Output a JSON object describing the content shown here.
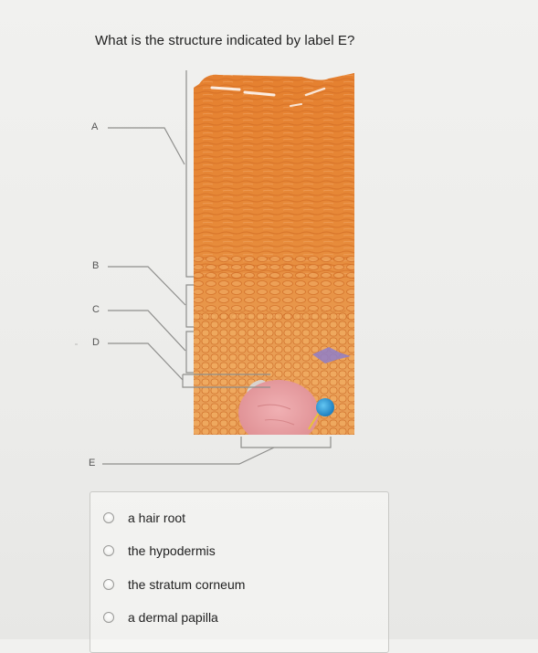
{
  "question": {
    "text": "What is the structure indicated by label E?"
  },
  "figure": {
    "labels": {
      "a": "A",
      "b": "B",
      "c": "C",
      "d": "D",
      "e": "E"
    }
  },
  "options": [
    {
      "label": "a hair root",
      "selected": false
    },
    {
      "label": "the hypodermis",
      "selected": false
    },
    {
      "label": "the stratum corneum",
      "selected": false
    },
    {
      "label": "a dermal papilla",
      "selected": false
    }
  ],
  "colors": {
    "skin_top": "#e8893a",
    "skin_mid": "#e69a4c",
    "papilla": "#e9a3a6",
    "lines": "#8e8e8c"
  }
}
